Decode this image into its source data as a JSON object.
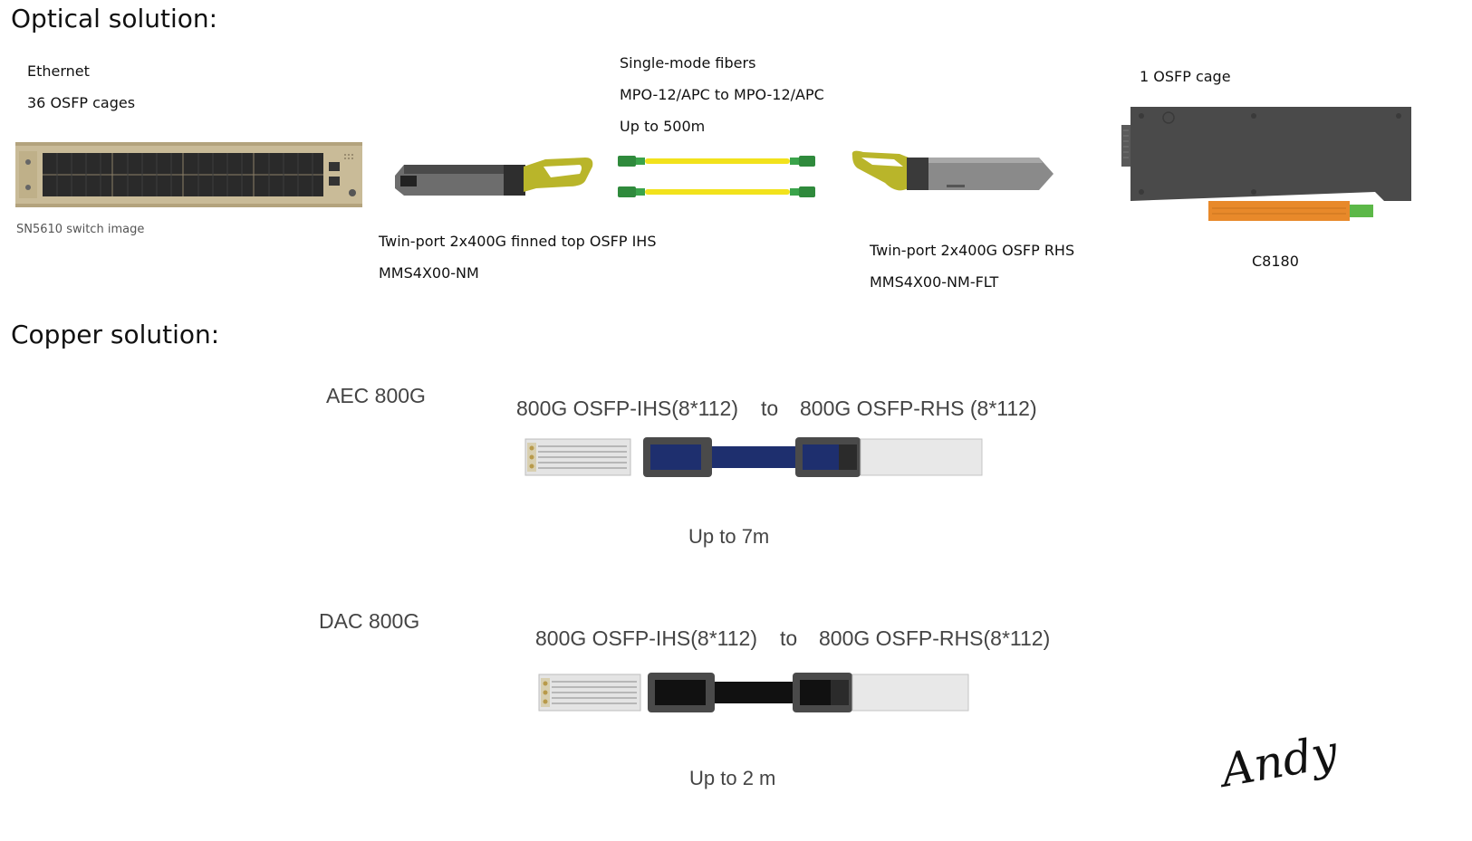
{
  "optical": {
    "heading": "Optical solution:",
    "switch": {
      "line1": "Ethernet",
      "line2": "36 OSFP cages",
      "caption": "SN5610 switch image"
    },
    "transceiver_ihs": {
      "line1": "Twin-port 2x400G finned top OSFP IHS",
      "line2": "MMS4X00-NM"
    },
    "fiber": {
      "line1": "Single-mode fibers",
      "line2": "MPO-12/APC to MPO-12/APC",
      "line3": "Up to 500m"
    },
    "transceiver_rhs": {
      "line1": "Twin-port 2x400G OSFP RHS",
      "line2": "MMS4X00-NM-FLT"
    },
    "nic": {
      "line1": "1 OSFP cage",
      "caption": "C8180"
    }
  },
  "copper": {
    "heading": "Copper solution:",
    "aec": {
      "label": "AEC 800G",
      "end_a": "800G OSFP-IHS(8*112)",
      "connector": "to",
      "end_b": "800G OSFP-RHS (8*112)",
      "reach": "Up to 7m"
    },
    "dac": {
      "label": "DAC 800G",
      "end_a": "800G OSFP-IHS(8*112)",
      "connector": "to",
      "end_b": "800G OSFP-RHS(8*112)",
      "reach": "Up to 2 m"
    }
  },
  "signature": "Andy",
  "colors": {
    "switch_body": "#c9bb98",
    "port_dark": "#2a2a2a",
    "fiber_yellow": "#f2e21c",
    "mpo_green": "#3aa34a",
    "pull_tab_olive": "#b9b52a",
    "nic_grey": "#4a4a4a",
    "pcb_orange": "#e8892a",
    "aec_blue": "#1e2f6e",
    "dac_black": "#111111"
  }
}
